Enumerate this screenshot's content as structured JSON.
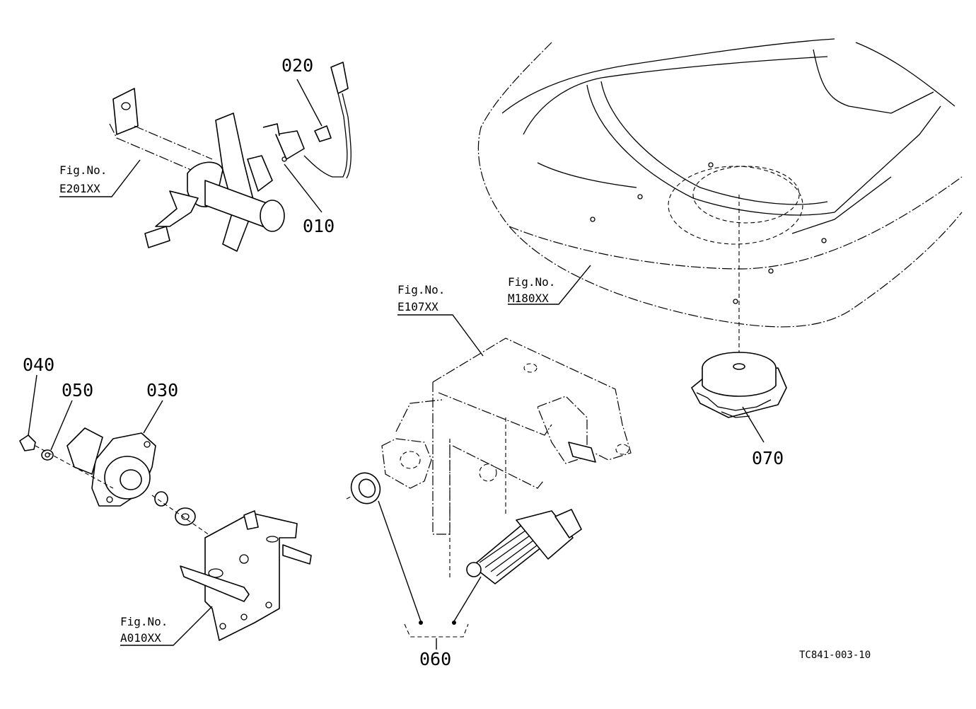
{
  "callouts": {
    "p010": "010",
    "p020": "020",
    "p030": "030",
    "p040": "040",
    "p050": "050",
    "p060": "060",
    "p070": "070"
  },
  "figure_refs": {
    "e201": {
      "label": "Fig.No.",
      "code": "E201XX"
    },
    "m180": {
      "label": "Fig.No.",
      "code": "M180XX"
    },
    "e107": {
      "label": "Fig.No.",
      "code": "E107XX"
    },
    "a010": {
      "label": "Fig.No.",
      "code": "A010XX"
    }
  },
  "drawing_code": "TC841-003-10"
}
